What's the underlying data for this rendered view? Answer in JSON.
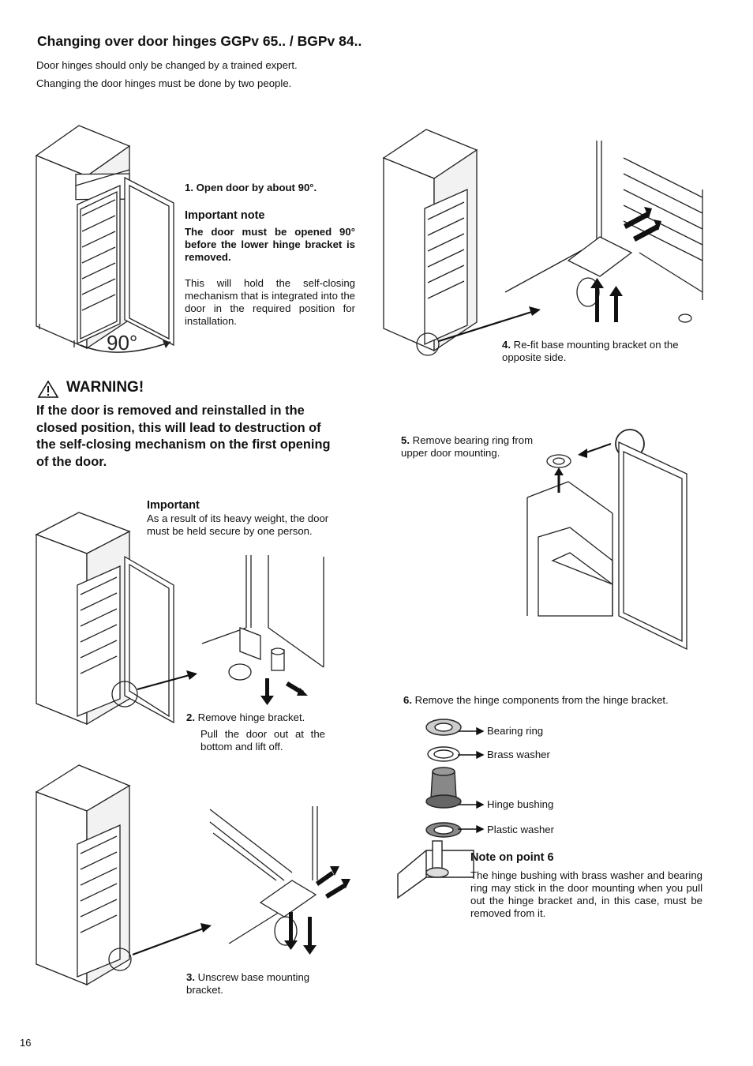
{
  "title": "Changing over door hinges GGPv 65.. / BGPv 84..",
  "intro": [
    "Door hinges should only be changed by a trained expert.",
    "Changing the door hinges must be done by two people."
  ],
  "step1": {
    "num": "1.",
    "text": "Open door by about 90°.",
    "note_heading": "Important note",
    "note_bold": "The door must be opened 90° before the lower hinge bracket is removed.",
    "note_text": "This will hold the self-closing mechanism that is integrated into the door in the required position for installation.",
    "angle_label": "90°"
  },
  "warning": {
    "heading": "WARNING!",
    "text": "If the door is removed and reinstalled in the closed position, this will lead to destruction of the self-closing mechanism on the first opening of the door."
  },
  "important": {
    "heading": "Important",
    "text": "As a result of its heavy weight, the door must be held secure by one person."
  },
  "step2": {
    "num": "2.",
    "text": "Remove hinge bracket.",
    "text2": "Pull the door out at the bottom and lift off."
  },
  "step3": {
    "num": "3.",
    "text": "Unscrew base mounting bracket."
  },
  "step4": {
    "num": "4.",
    "text": "Re-fit base mounting bracket on the opposite side."
  },
  "step5": {
    "num": "5.",
    "text": "Remove bearing ring from upper door mounting."
  },
  "step6": {
    "num": "6.",
    "text": "Remove the hinge components from the hinge bracket.",
    "components": [
      "Bearing ring",
      "Brass washer",
      "Hinge bushing",
      "Plastic washer"
    ]
  },
  "note6": {
    "heading": "Note on point 6",
    "text": "The hinge bushing with brass washer and bearing ring may stick in the door mounting when you pull out the hinge bracket and, in this case, must be removed from it."
  },
  "page_number": "16"
}
